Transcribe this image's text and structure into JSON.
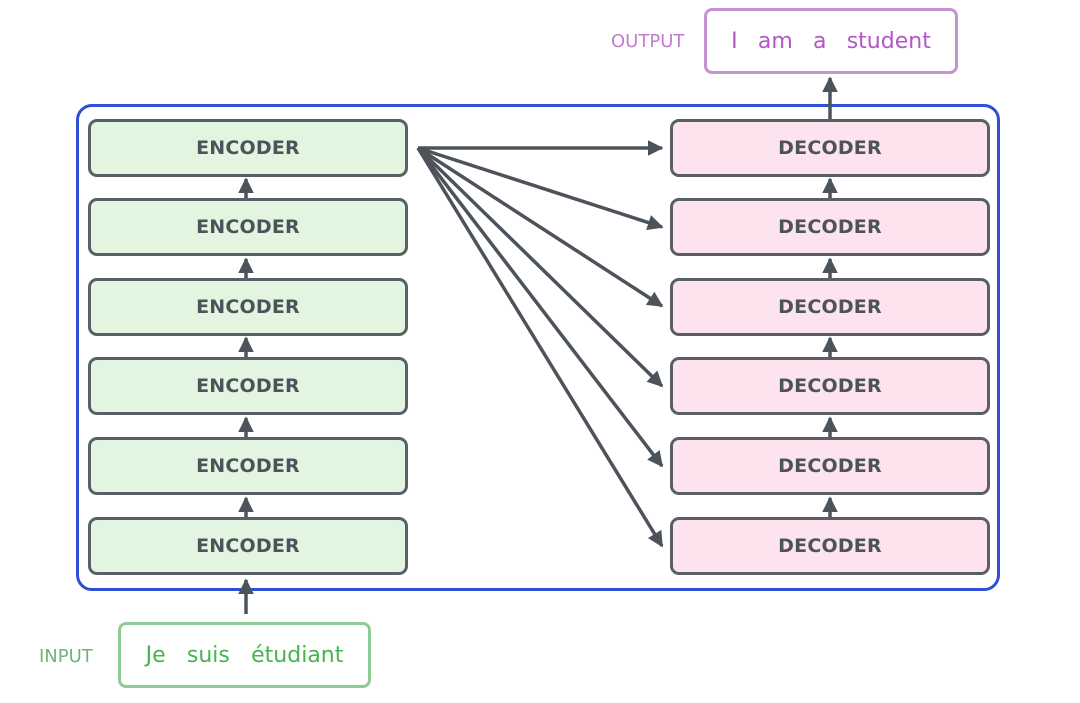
{
  "encoders": [
    "ENCODER",
    "ENCODER",
    "ENCODER",
    "ENCODER",
    "ENCODER",
    "ENCODER"
  ],
  "decoders": [
    "DECODER",
    "DECODER",
    "DECODER",
    "DECODER",
    "DECODER",
    "DECODER"
  ],
  "input": {
    "label": "INPUT",
    "words": [
      "Je",
      "suis",
      "étudiant"
    ]
  },
  "output": {
    "label": "OUTPUT",
    "words": [
      "I",
      "am",
      "a",
      "student"
    ]
  },
  "colors": {
    "frame": "#2f4fd6",
    "encoder_fill": "#e2f5e0",
    "decoder_fill": "#fde3ee",
    "block_border": "#5a5f66",
    "arrow": "#4d535a",
    "input_text": "#46b44c",
    "output_text": "#b455c8"
  }
}
